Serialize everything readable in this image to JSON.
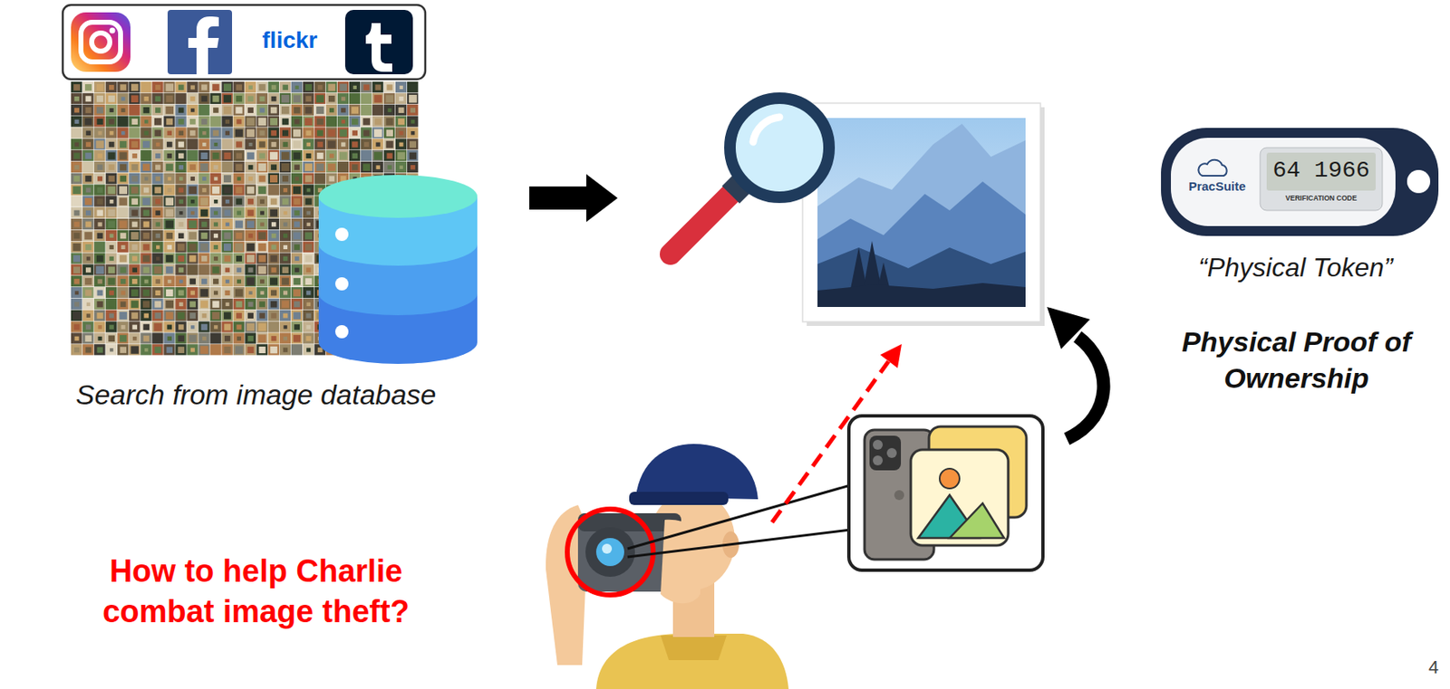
{
  "diagram": {
    "nodes": [
      {
        "text": [
          "Search from image database"
        ]
      },
      {
        "text": [
          "PracSuite",
          "64 1966",
          "VERIFICATION CODE",
          "“Physical Token”"
        ]
      }
    ],
    "labels": [
      "flickr",
      "Physical Proof of Ownership",
      "How to help Charlie combat image theft?",
      "4"
    ]
  }
}
